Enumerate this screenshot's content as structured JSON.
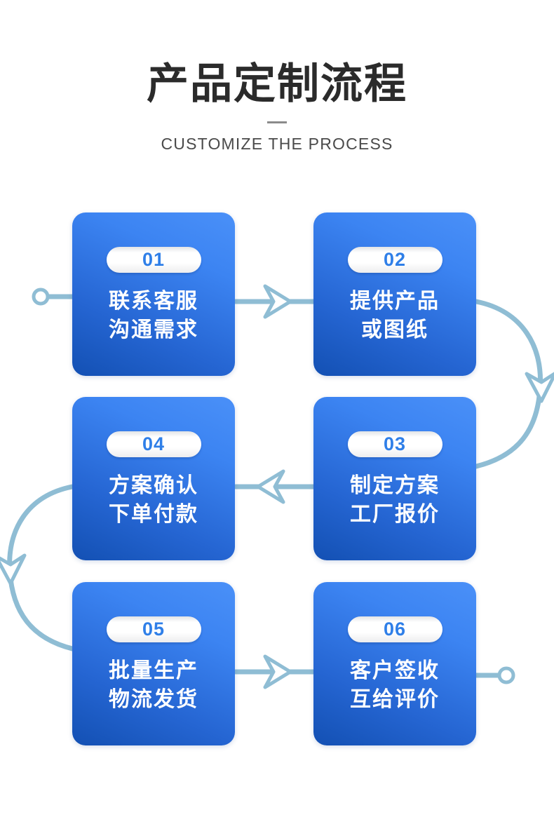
{
  "header": {
    "title": "产品定制流程",
    "subtitle": "CUSTOMIZE THE PROCESS",
    "divider": "—"
  },
  "colors": {
    "card_gradient_top": "#4a90f8",
    "card_gradient_bottom": "#1350b3",
    "badge_number": "#2f7fe8",
    "connector": "#8fbdd4",
    "title": "#2b2b2b",
    "subtitle": "#4a4a4a",
    "background": "#ffffff"
  },
  "steps": [
    {
      "number": "01",
      "line1": "联系客服",
      "line2": "沟通需求"
    },
    {
      "number": "02",
      "line1": "提供产品",
      "line2": "或图纸"
    },
    {
      "number": "04",
      "line1": "方案确认",
      "line2": "下单付款"
    },
    {
      "number": "03",
      "line1": "制定方案",
      "line2": "工厂报价"
    },
    {
      "number": "05",
      "line1": "批量生产",
      "line2": "物流发货"
    },
    {
      "number": "06",
      "line1": "客户签收",
      "line2": "互给评价"
    }
  ],
  "connectors": [
    {
      "name": "start-marker",
      "type": "circle-with-stub",
      "direction": "none"
    },
    {
      "name": "arrow-01-to-02",
      "type": "straight",
      "direction": "right"
    },
    {
      "name": "arrow-02-to-03",
      "type": "curve",
      "direction": "down"
    },
    {
      "name": "arrow-03-to-04",
      "type": "straight",
      "direction": "left"
    },
    {
      "name": "arrow-04-to-05",
      "type": "curve",
      "direction": "down"
    },
    {
      "name": "arrow-05-to-06",
      "type": "straight",
      "direction": "right"
    },
    {
      "name": "end-marker",
      "type": "circle-with-stub",
      "direction": "none"
    }
  ]
}
